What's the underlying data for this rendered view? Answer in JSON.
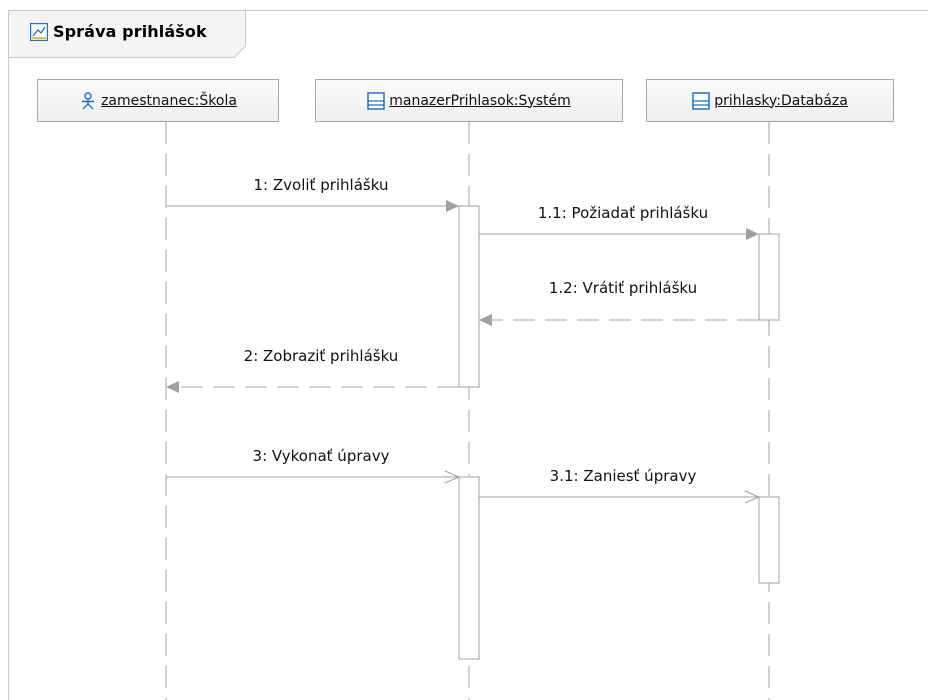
{
  "diagram": {
    "title": "Správa prihlášok",
    "lifelines": [
      {
        "label": "zamestnanec:Škola",
        "kind": "actor-icon"
      },
      {
        "label": "manazerPrihlasok:Systém",
        "kind": "class-icon"
      },
      {
        "label": "prihlasky:Databáza",
        "kind": "class-icon"
      }
    ],
    "messages": [
      {
        "label": "1: Zvoliť prihlášku",
        "from": "zamestnanec:Škola",
        "to": "manazerPrihlasok:Systém",
        "style": "synchronous"
      },
      {
        "label": "1.1: Požiadať prihlášku",
        "from": "manazerPrihlasok:Systém",
        "to": "prihlasky:Databáza",
        "style": "synchronous"
      },
      {
        "label": "1.2: Vrátiť prihlášku",
        "from": "prihlasky:Databáza",
        "to": "manazerPrihlasok:Systém",
        "style": "reply"
      },
      {
        "label": "2: Zobraziť prihlášku",
        "from": "manazerPrihlasok:Systém",
        "to": "zamestnanec:Škola",
        "style": "reply"
      },
      {
        "label": "3: Vykonať úpravy",
        "from": "zamestnanec:Škola",
        "to": "manazerPrihlasok:Systém",
        "style": "asynchronous"
      },
      {
        "label": "3.1: Zaniesť úpravy",
        "from": "manazerPrihlasok:Systém",
        "to": "prihlasky:Databáza",
        "style": "asynchronous"
      }
    ],
    "colors": {
      "line": "#a0a0a0",
      "icon_blue": "#1f6fd1",
      "icon_yellow": "#e2c33a"
    }
  }
}
